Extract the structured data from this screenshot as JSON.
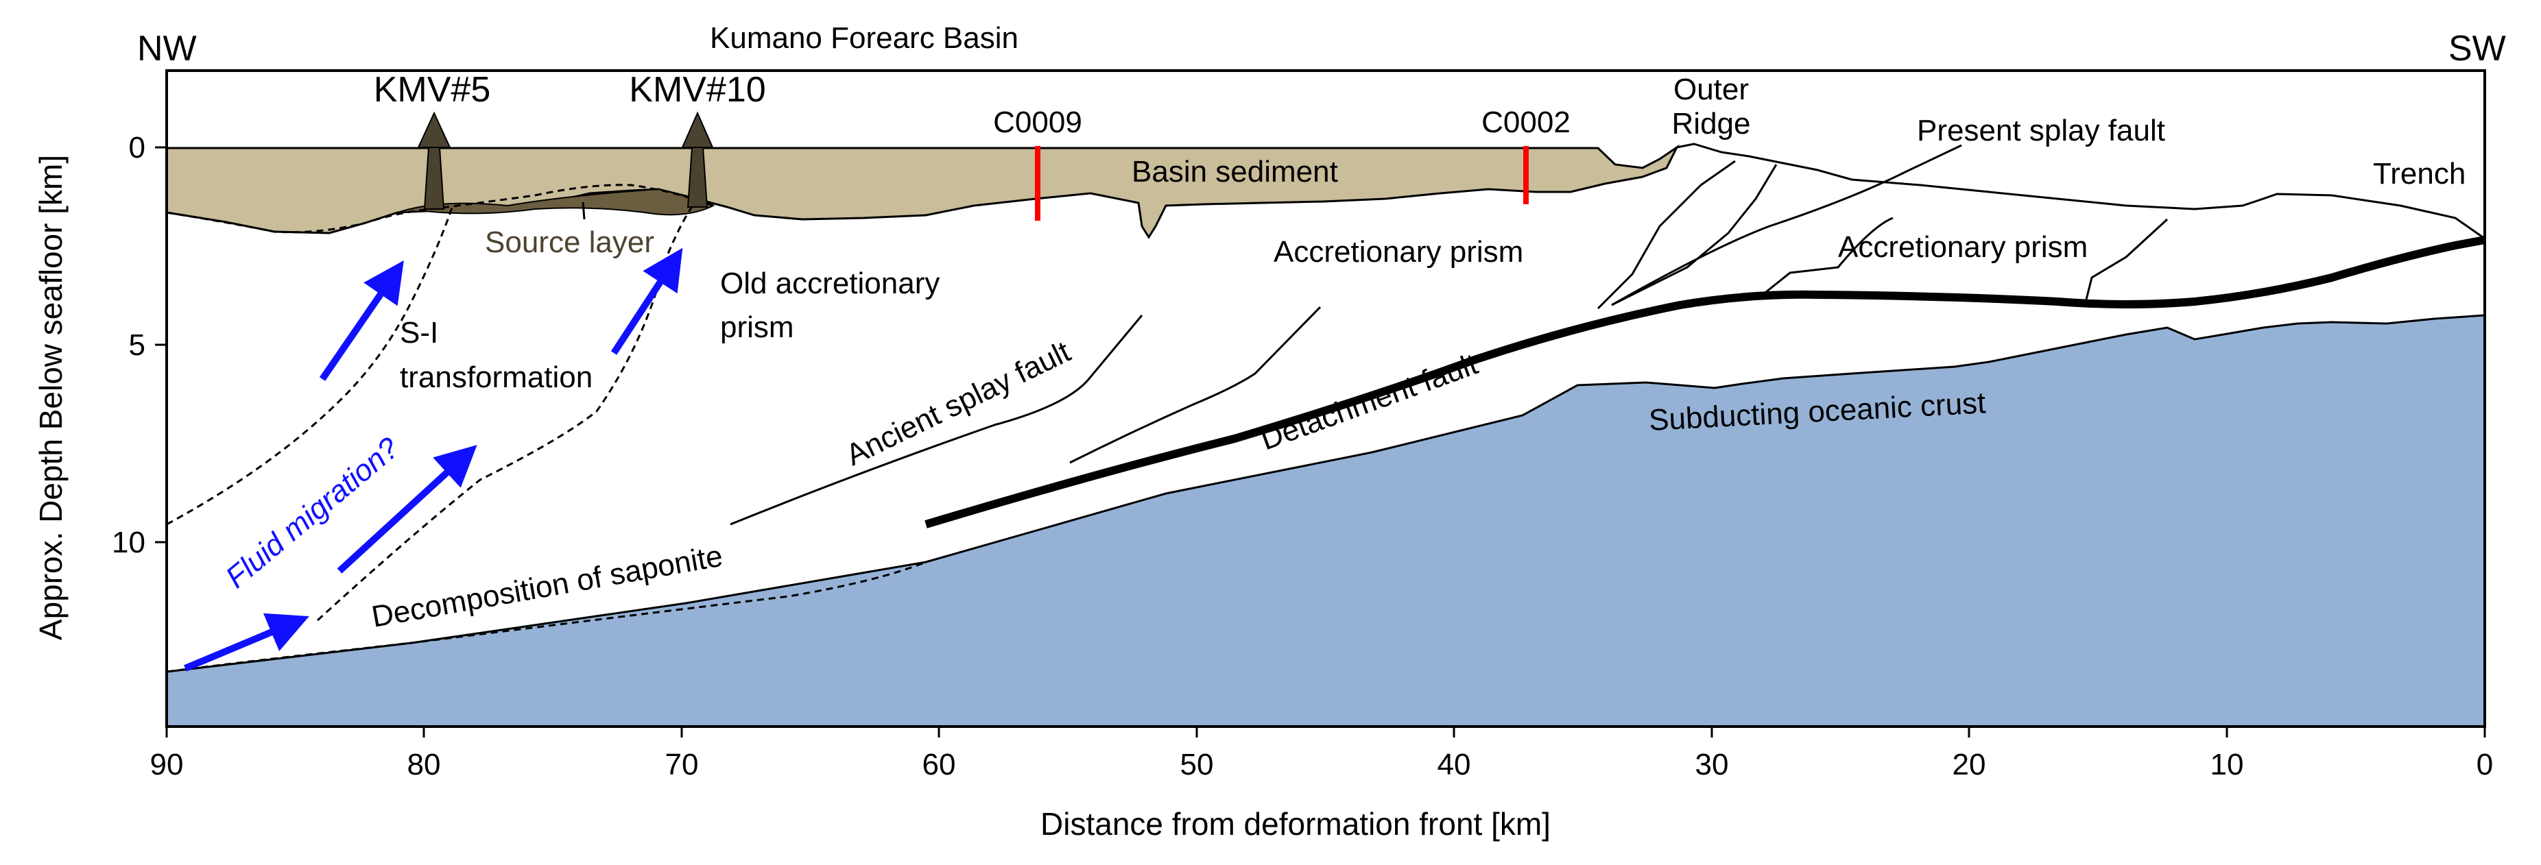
{
  "figure": {
    "label_nw": "NW",
    "label_sw": "SW",
    "top_title": "Kumano Forearc Basin",
    "x_axis_label": "Distance from deformation front [km]",
    "y_axis_label": "Approx. Depth Below seafloor [km]",
    "x_ticks": [
      "90",
      "80",
      "70",
      "60",
      "50",
      "40",
      "30",
      "20",
      "10",
      "0"
    ],
    "y_ticks": [
      "0",
      "5",
      "10"
    ],
    "x_range_km": [
      90,
      0
    ],
    "y_range_km": [
      -2,
      14.6
    ],
    "colors": {
      "basin_sediment": "#c9bd9a",
      "source_layer": "#6b5d3f",
      "oceanic_crust": "#95b2d6",
      "drill_site": "#ff0000",
      "fluid_arrow": "#1010ff",
      "mud_volcano": "#4a4330"
    }
  },
  "mud_volcanoes": [
    {
      "name": "KMV#5",
      "x_km": 79.5
    },
    {
      "name": "KMV#10",
      "x_km": 69.2
    }
  ],
  "drill_sites": [
    {
      "name": "C0009",
      "x_km": 56.2
    },
    {
      "name": "C0002",
      "x_km": 37.3
    }
  ],
  "labels": {
    "outer_ridge_line1": "Outer",
    "outer_ridge_line2": "Ridge",
    "present_splay_fault": "Present splay fault",
    "trench": "Trench",
    "basin_sediment": "Basin sediment",
    "source_layer": "Source layer",
    "accretionary_prism_1": "Accretionary prism",
    "accretionary_prism_2": "Accretionary prism",
    "old_prism_line1": "Old accretionary",
    "old_prism_line2": "prism",
    "si_line1": "S-I",
    "si_line2": "transformation",
    "ancient_splay_fault": "Ancient splay fault",
    "detachment_fault": "Detachment fault",
    "subducting_crust": "Subducting oceanic crust",
    "fluid_migration": "Fluid migration?",
    "saponite": "Decomposition of saponite"
  }
}
